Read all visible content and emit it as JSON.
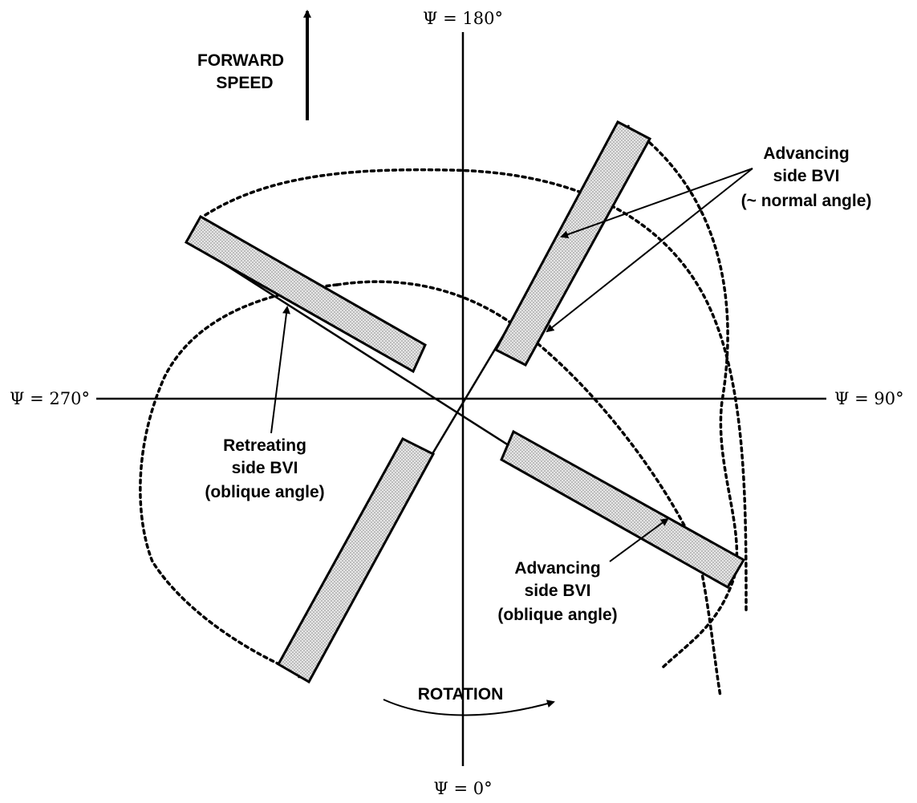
{
  "labels": {
    "psi_180": "Ψ = 180°",
    "psi_90": "Ψ = 90°",
    "psi_270": "Ψ = 270°",
    "psi_0": "Ψ = 0°",
    "forward_line1": "FORWARD",
    "forward_line2": "SPEED",
    "rotation": "ROTATION",
    "adv_normal_line1": "Advancing",
    "adv_normal_line2": "side BVI",
    "adv_normal_line3": "(~ normal angle)",
    "retreat_line1": "Retreating",
    "retreat_line2": "side BVI",
    "retreat_line3": "(oblique angle)",
    "adv_oblique_line1": "Advancing",
    "adv_oblique_line2": "side BVI",
    "adv_oblique_line3": "(oblique angle)"
  },
  "colors": {
    "ink": "#000000",
    "blade_fill": "#dcdcdc",
    "background": "#ffffff"
  }
}
